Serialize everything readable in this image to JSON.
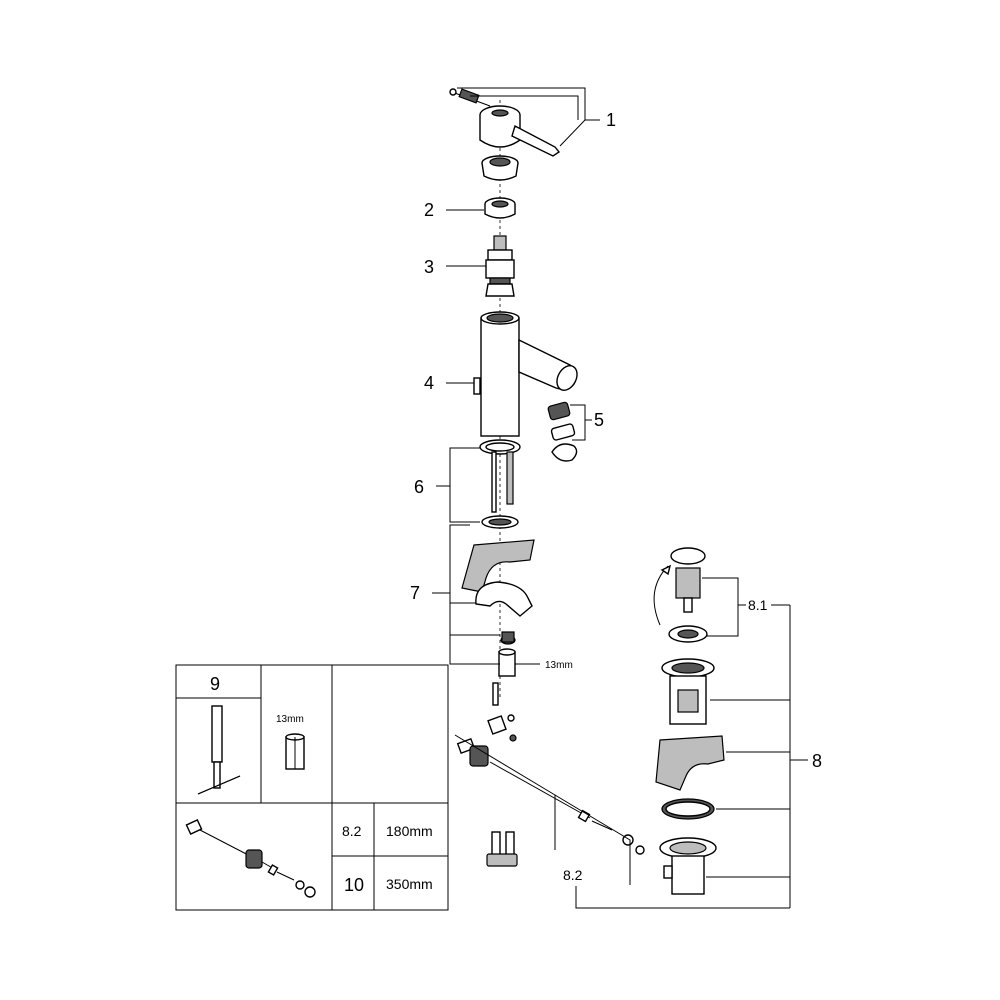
{
  "callouts": {
    "p1": "1",
    "p2": "2",
    "p3": "3",
    "p4": "4",
    "p5": "5",
    "p6": "6",
    "p7": "7",
    "p8": "8",
    "p8_1": "8.1",
    "p8_2": "8.2",
    "size_13mm": "13mm"
  },
  "inset_tool": {
    "number": "9",
    "size": "13mm"
  },
  "inset_rods": [
    {
      "code": "8.2",
      "length": "180mm"
    },
    {
      "code": "10",
      "length": "350mm"
    }
  ]
}
